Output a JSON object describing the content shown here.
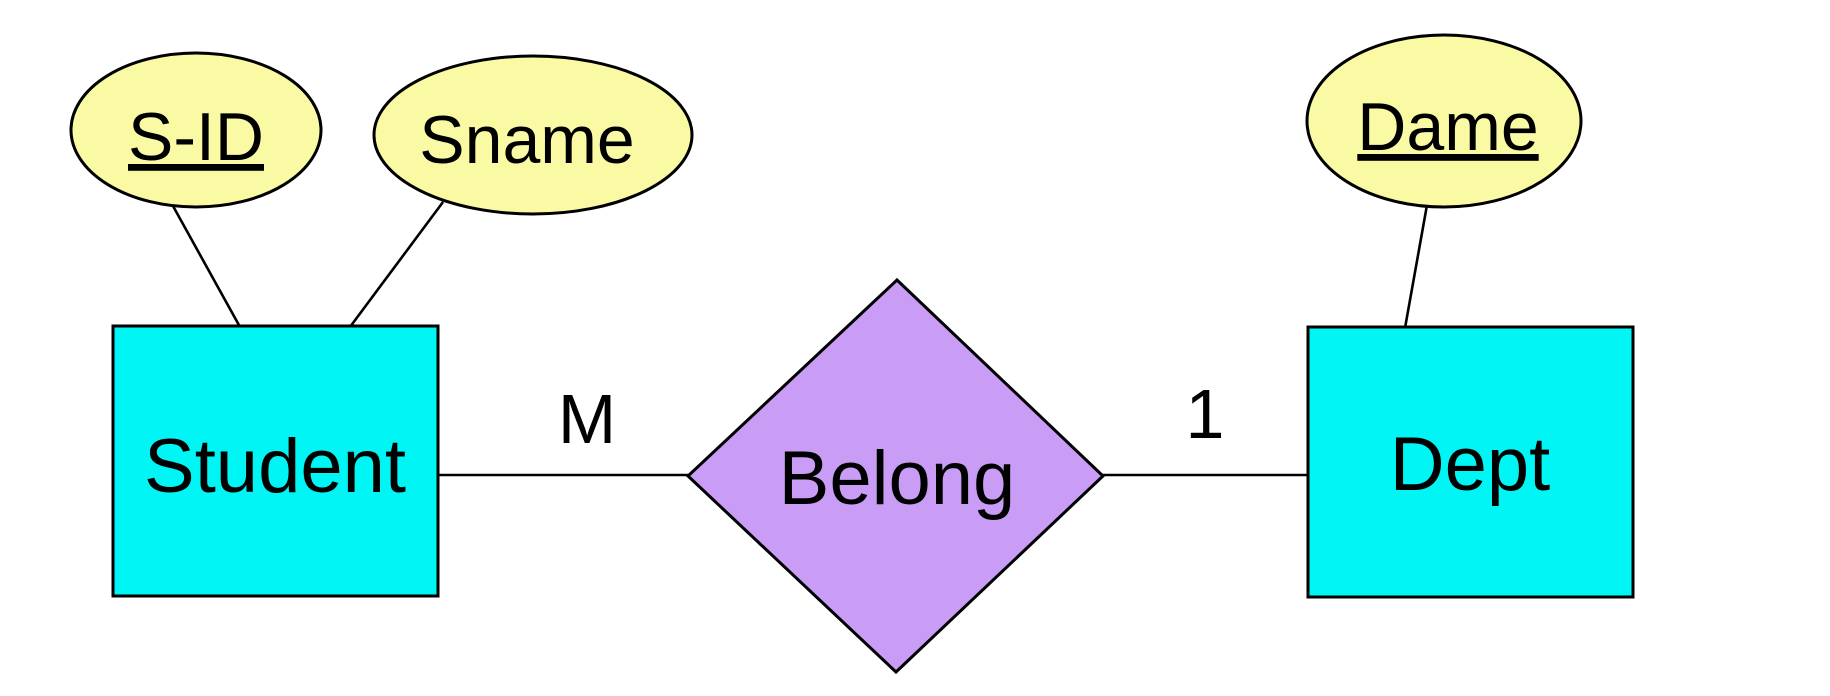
{
  "diagram": {
    "type": "er-diagram",
    "entities": [
      {
        "label": "Student"
      },
      {
        "label": "Dept"
      }
    ],
    "relationship": {
      "label": "Belong",
      "cardinalities": [
        {
          "label": "M",
          "side": "Student"
        },
        {
          "label": "1",
          "side": "Dept"
        }
      ]
    },
    "attributes": [
      {
        "label": "S-ID",
        "owner": "Student",
        "primary_key": true
      },
      {
        "label": "Sname",
        "owner": "Student",
        "primary_key": false
      },
      {
        "label": "Dame",
        "owner": "Dept",
        "primary_key": true
      }
    ],
    "colors": {
      "entity_fill": "#00F5F5",
      "attribute_fill": "#FAFAA5",
      "relationship_fill": "#C99CF5",
      "stroke": "#000000",
      "background": "#FFFFFF"
    }
  }
}
